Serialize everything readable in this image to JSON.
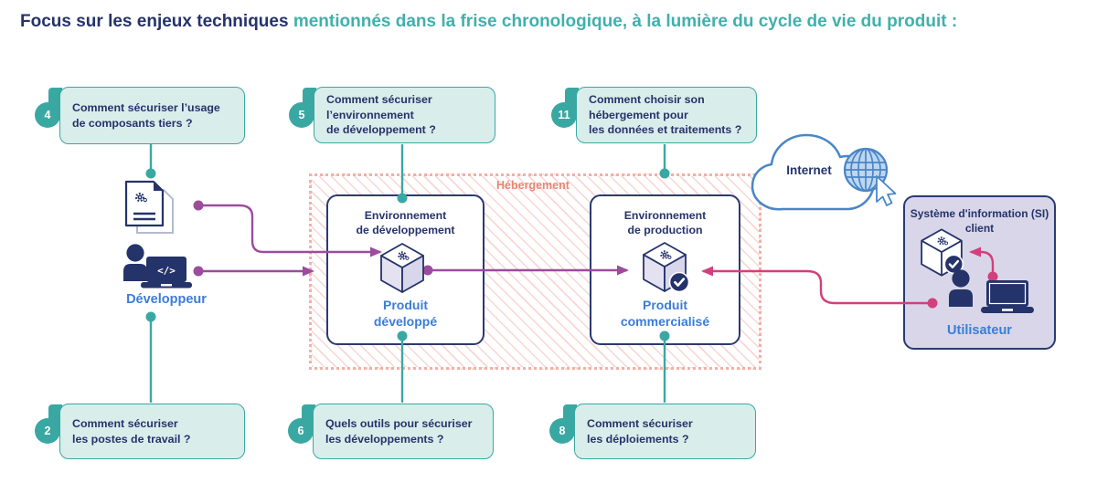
{
  "title": {
    "emphasis": "Focus sur les enjeux techniques ",
    "rest": "mentionnés dans la frise chronologique, à la lumière du cycle de vie du produit :"
  },
  "questions": [
    {
      "num": "4",
      "text": "Comment sécuriser l’usage\nde composants tiers ?"
    },
    {
      "num": "5",
      "text": "Comment sécuriser\nl’environnement\nde développement ?"
    },
    {
      "num": "11",
      "text": "Comment choisir son\nhébergement pour\nles données et traitements ?"
    },
    {
      "num": "2",
      "text": "Comment sécuriser\nles postes de travail ?"
    },
    {
      "num": "6",
      "text": "Quels outils pour sécuriser\nles développements ?"
    },
    {
      "num": "8",
      "text": "Comment sécuriser\nles déploiements ?"
    }
  ],
  "zones": {
    "hosting": "Hébergement"
  },
  "nodes": {
    "developer": {
      "label": "Développeur"
    },
    "dev_env": {
      "title": "Environnement\nde développement",
      "product": "Produit\ndéveloppé"
    },
    "prod_env": {
      "title": "Environnement\nde production",
      "product": "Produit\ncommercialisé"
    },
    "internet": {
      "label": "Internet"
    },
    "client_si": {
      "title": "Système d'information (SI)\nclient",
      "user": "Utilisateur"
    }
  },
  "colors": {
    "navy": "#25336b",
    "teal": "#3aa8a2",
    "teal_light": "#d9edeb",
    "blue": "#3b7dd8",
    "purple": "#9c4c9c",
    "pink": "#d23f7d",
    "salmon": "#ec8374",
    "cloud_blue": "#4a86c8",
    "lavender": "#d8d6e8"
  }
}
